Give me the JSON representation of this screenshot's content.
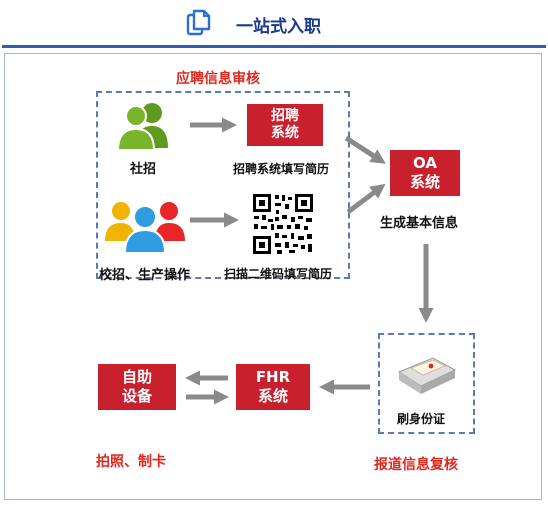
{
  "header": {
    "title": "一站式入职",
    "icon": "document-copy-icon"
  },
  "diagram": {
    "review_caption": "应聘信息审核",
    "social": {
      "label": "社招",
      "icon": "single-user-green-icon"
    },
    "campus": {
      "label": "校招、生产操作",
      "icon": "user-group-icon"
    },
    "recruit_system": {
      "line1": "招聘",
      "line2": "系统",
      "caption": "招聘系统填写简历"
    },
    "qr": {
      "caption": "扫描二维码填写简历",
      "icon": "qr-code-icon"
    },
    "oa": {
      "line1": "OA",
      "line2": "系统",
      "caption": "生成基本信息"
    },
    "id_card": {
      "caption": "刷身份证",
      "icon": "id-card-reader-icon"
    },
    "report_caption": "报道信息复核",
    "fhr": {
      "line1": "FHR",
      "line2": "系统"
    },
    "self_service": {
      "line1": "自助",
      "line2": "设备",
      "caption": "拍照、制卡"
    },
    "colors": {
      "accent_red": "#c8202d",
      "caption_red": "#e0281e",
      "arrow": "#8a8a8a",
      "header_blue": "#1a3a8a"
    }
  }
}
